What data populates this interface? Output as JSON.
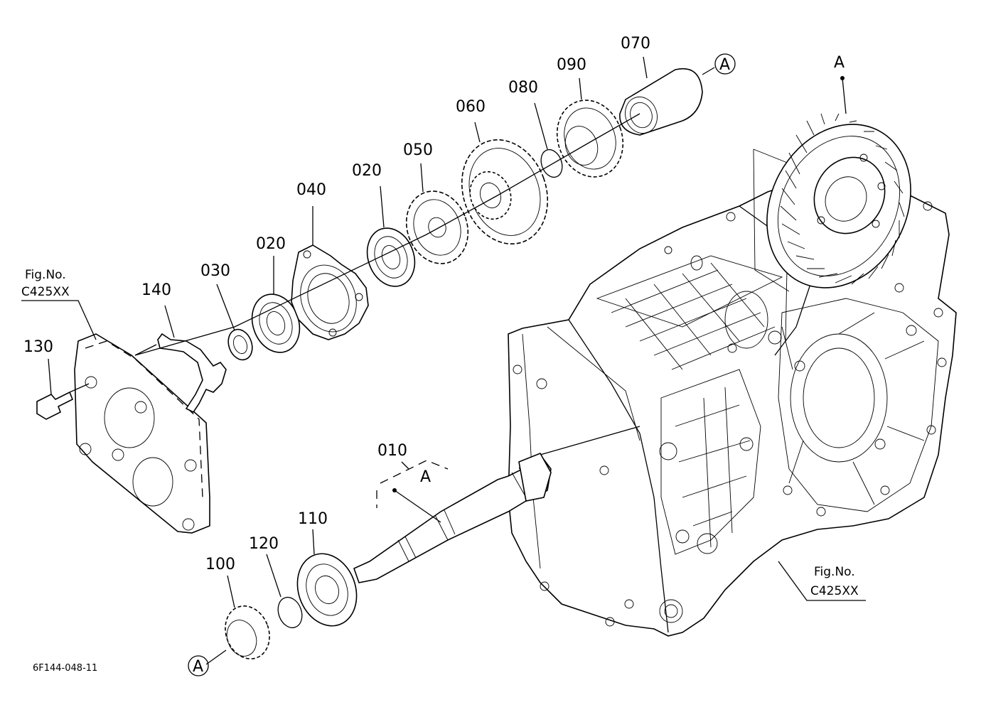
{
  "diagram": {
    "drawing_code": "6F144-048-11",
    "fig_ref_left": {
      "line1": "Fig.No.",
      "line2": "C425XX"
    },
    "fig_ref_right": {
      "line1": "Fig.No.",
      "line2": "C425XX"
    },
    "callouts": {
      "p070": "070",
      "p090": "090",
      "p080": "080",
      "p060": "060",
      "p050": "050",
      "p020a": "020",
      "p040": "040",
      "p020b": "020",
      "p030": "030",
      "p140": "140",
      "p130": "130",
      "p010": "010",
      "p110": "110",
      "p120": "120",
      "p100": "100"
    },
    "ref_marks": {
      "circle_top": "A",
      "circle_bottom": "A",
      "ring_gear_ref": "A",
      "shaft_ref": "A"
    }
  }
}
